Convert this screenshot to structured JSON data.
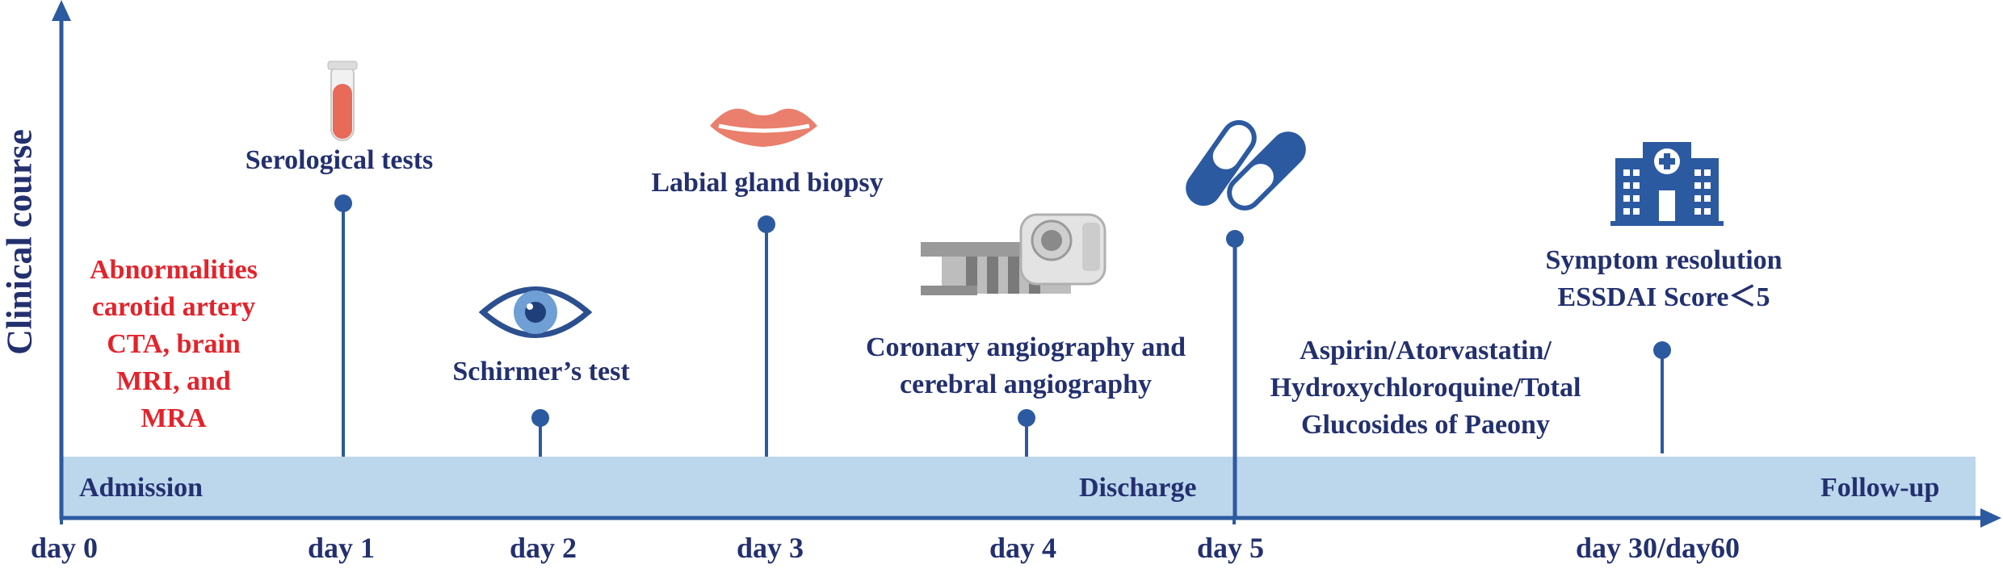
{
  "diagram": {
    "y_axis_title": "Clinical course",
    "band": {
      "admission": "Admission",
      "discharge": "Discharge",
      "follow_up": "Follow-up"
    },
    "days": [
      "day 0",
      "day 1",
      "day 2",
      "day 3",
      "day 4",
      "day 5",
      "day 30/day60"
    ],
    "events": {
      "admission_findings": [
        "Abnormalities",
        "carotid artery",
        "CTA, brain",
        "MRI, and",
        "MRA"
      ],
      "serological": "Serological tests",
      "schirmer": "Schirmer’s test",
      "biopsy": "Labial gland biopsy",
      "angiography": [
        "Coronary angiography and",
        "cerebral angiography"
      ],
      "medication": [
        "Aspirin/Atorvastatin/",
        "Hydroxychloroquine/Total",
        "Glucosides of Paeony"
      ],
      "follow_up": [
        "Symptom resolution",
        "ESSDAI Score＜5"
      ]
    },
    "colors": {
      "navy": "#23306f",
      "axis_blue": "#2c5aa0",
      "band": "#bcd6ec",
      "red_text": "#e3232b"
    },
    "icons": [
      "test-tube-icon",
      "eye-icon",
      "lips-icon",
      "ct-scanner-icon",
      "pills-icon",
      "hospital-icon"
    ]
  }
}
